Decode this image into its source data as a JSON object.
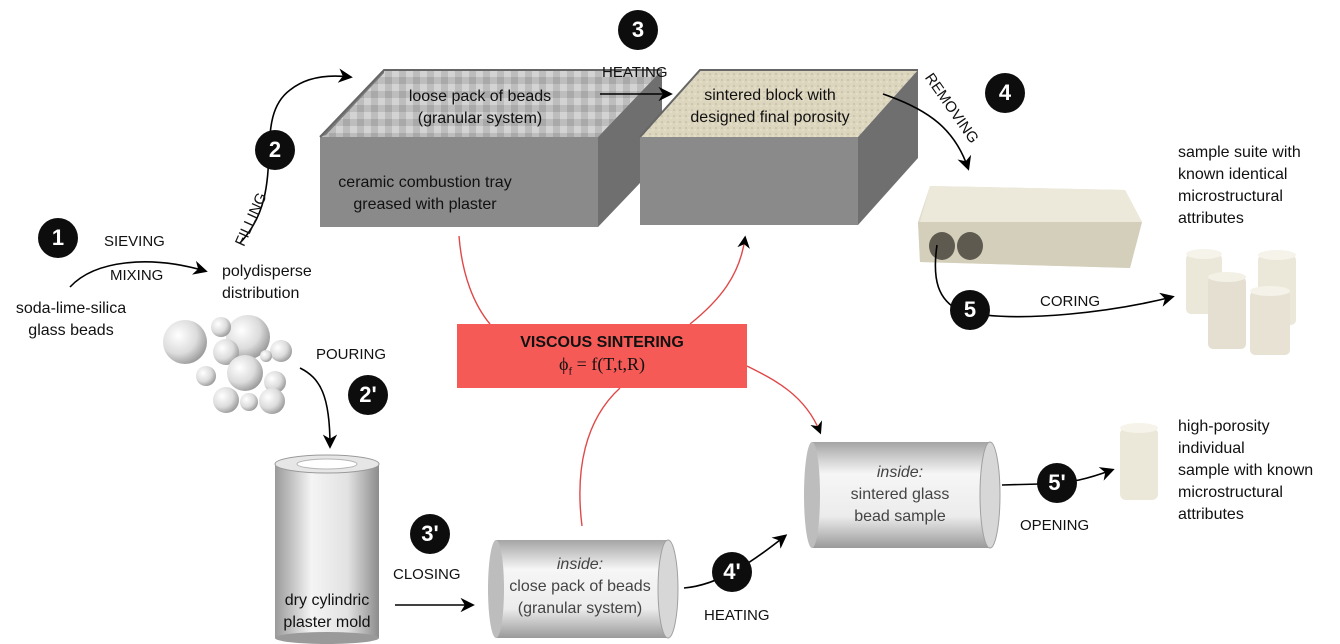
{
  "steps": {
    "s1": "1",
    "s2": "2",
    "s3": "3",
    "s4": "4",
    "s5": "5",
    "s2p": "2'",
    "s3p": "3'",
    "s4p": "4'",
    "s5p": "5'"
  },
  "actions": {
    "sieving": "SIEVING",
    "mixing": "MIXING",
    "filling": "FILLING",
    "heating_top": "HEATING",
    "removing": "REMOVING",
    "coring": "CORING",
    "pouring": "POURING",
    "closing": "CLOSING",
    "heating_bottom": "HEATING",
    "opening": "OPENING"
  },
  "labels": {
    "beads_line1": "soda-lime-silica",
    "beads_line2": "glass beads",
    "poly_line1": "polydisperse",
    "poly_line2": "distribution",
    "tray1_line1": "loose pack of beads",
    "tray1_line2": "(granular system)",
    "tray1_desc_line1": "ceramic combustion tray",
    "tray1_desc_line2": "greased with plaster",
    "tray2_line1": "sintered block with",
    "tray2_line2": "designed final porosity",
    "suite_line1": "sample suite with",
    "suite_line2": "known identical",
    "suite_line3": "microstructural",
    "suite_line4": "attributes",
    "mold_line1": "dry cylindric",
    "mold_line2": "plaster mold",
    "closed_inside": "inside:",
    "closed_line1": "close pack of beads",
    "closed_line2": "(granular system)",
    "sintered_inside": "inside:",
    "sintered_line1": "sintered glass",
    "sintered_line2": "bead sample",
    "single_line1": "high-porosity",
    "single_line2": "individual",
    "single_line3": "sample with known",
    "single_line4": "microstructural",
    "single_line5": "attributes"
  },
  "center": {
    "title": "VISCOUS SINTERING",
    "eq_lhs": "ϕ",
    "eq_sub": "f",
    "eq_rhs": " =  f(T,t,R)"
  },
  "colors": {
    "accent": "#f55a56",
    "connector": "#e04848",
    "step_badge": "#0d0d0d"
  }
}
